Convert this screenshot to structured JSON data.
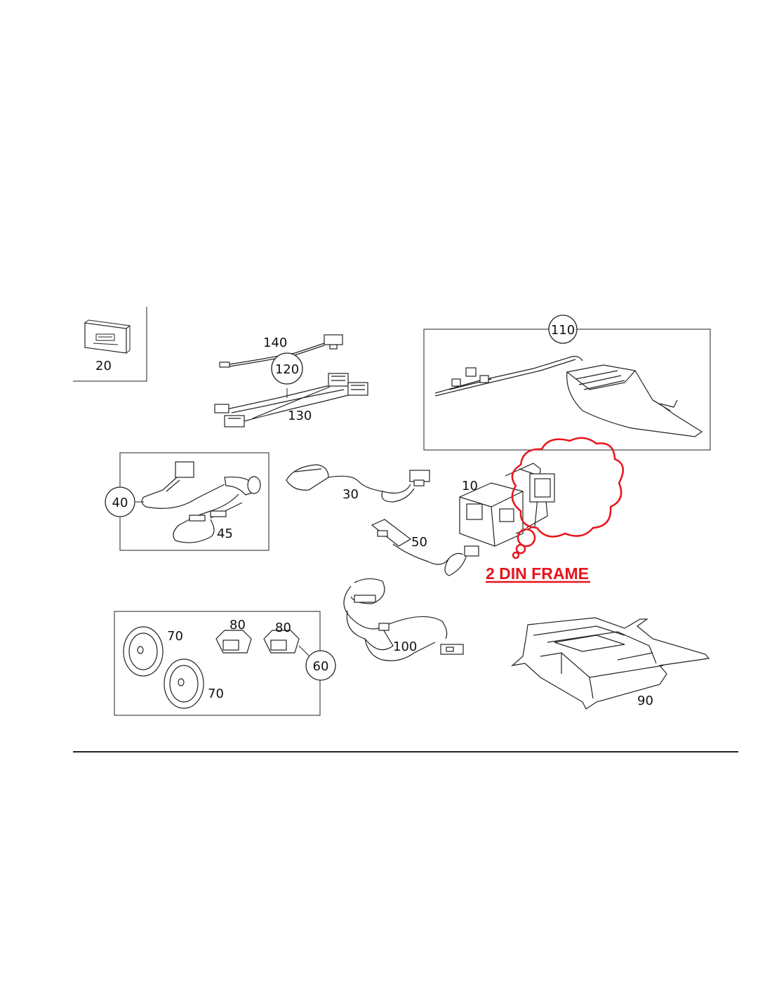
{
  "diagram": {
    "part_labels": {
      "p10": "10",
      "p20": "20",
      "p30": "30",
      "p40": "40",
      "p45": "45",
      "p50": "50",
      "p60": "60",
      "p70a": "70",
      "p70b": "70",
      "p80a": "80",
      "p80b": "80",
      "p90": "90",
      "p100": "100",
      "p110": "110",
      "p120": "120",
      "p130": "130",
      "p140": "140"
    },
    "callout": {
      "text": "2 DIN FRAME",
      "color": "#e8141c"
    },
    "line_color": "#222222"
  }
}
